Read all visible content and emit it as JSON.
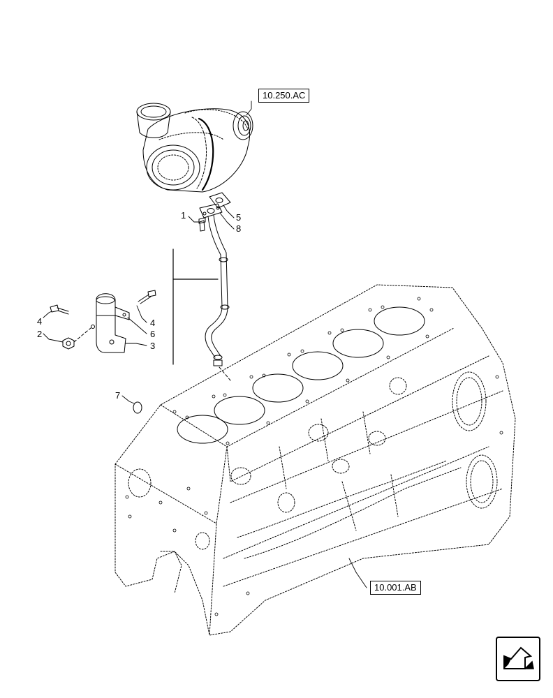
{
  "references": {
    "turbocharger_ref": "10.250.AC",
    "engine_block_ref": "10.001.AB"
  },
  "callouts": {
    "c1": "1",
    "c5": "5",
    "c8": "8",
    "c4_left": "4",
    "c4_right": "4",
    "c2": "2",
    "c6": "6",
    "c3": "3",
    "c7": "7"
  },
  "icons": {
    "nav": "next-page-arrow-icon"
  }
}
